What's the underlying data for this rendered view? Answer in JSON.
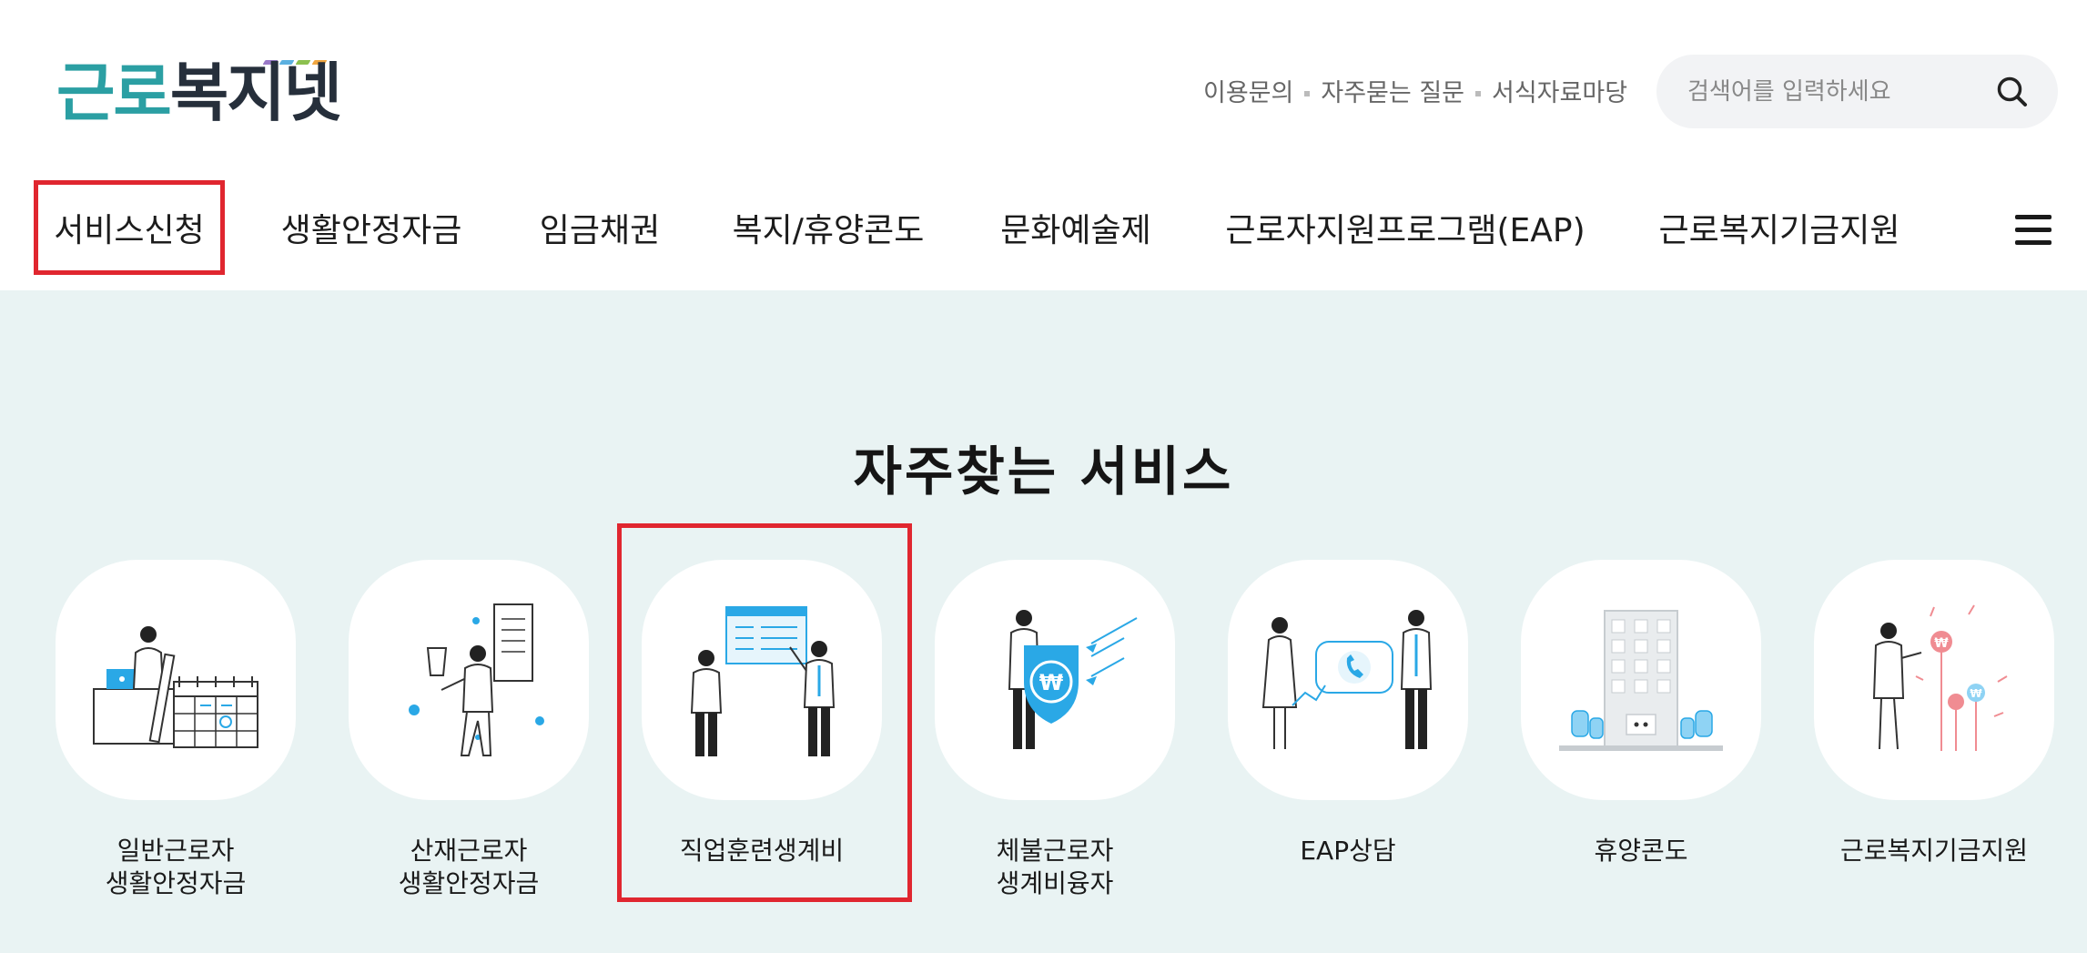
{
  "logo": {
    "part1": "근로",
    "part2": "복지넷",
    "dash_colors": [
      "#9a79c8",
      "#5bb0e0",
      "#8cc04f",
      "#f0a640"
    ]
  },
  "util_links": [
    "이용문의",
    "자주묻는 질문",
    "서식자료마당"
  ],
  "search": {
    "placeholder": "검색어를 입력하세요"
  },
  "nav": {
    "items": [
      "서비스신청",
      "생활안정자금",
      "임금채권",
      "복지/휴양콘도",
      "문화예술제",
      "근로자지원프로그램(EAP)",
      "근로복지기금지원"
    ],
    "highlighted_index": 0
  },
  "section": {
    "title": "자주찾는 서비스",
    "services": [
      {
        "line1": "일반근로자",
        "line2": "생활안정자금",
        "icon": "desk-calendar-icon"
      },
      {
        "line1": "산재근로자",
        "line2": "생활안정자금",
        "icon": "medical-document-icon"
      },
      {
        "line1": "직업훈련생계비",
        "line2": "",
        "icon": "training-board-icon"
      },
      {
        "line1": "체불근로자",
        "line2": "생계비융자",
        "icon": "won-shield-icon"
      },
      {
        "line1": "EAP상담",
        "line2": "",
        "icon": "phone-counseling-icon"
      },
      {
        "line1": "휴양콘도",
        "line2": "",
        "icon": "condo-building-icon"
      },
      {
        "line1": "근로복지기금지원",
        "line2": "",
        "icon": "fund-flowers-icon"
      }
    ],
    "highlighted_index": 2
  },
  "colors": {
    "accent_teal": "#2b9fa3",
    "highlight_red": "#e0262f",
    "icon_blue": "#2aa8e6",
    "content_bg": "#e9f3f3"
  }
}
